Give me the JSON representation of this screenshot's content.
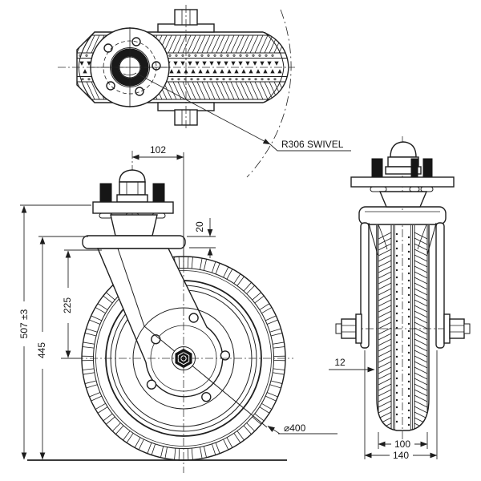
{
  "drawing": {
    "background": "#ffffff",
    "line_color": "#1f1f1f",
    "views": {
      "top": "top view of swivel caster",
      "front": "front view of swivel caster",
      "side": "side view of swivel caster"
    },
    "labels": {
      "note_swivel": "R306 SWIVEL",
      "offset_102": "102",
      "dim_20": "20",
      "height_225": "225",
      "height_445": "445",
      "height_overall": "507 ±3",
      "dia_400": "⌀400",
      "thk_12": "12",
      "width_100": "100",
      "width_140": "140"
    }
  }
}
